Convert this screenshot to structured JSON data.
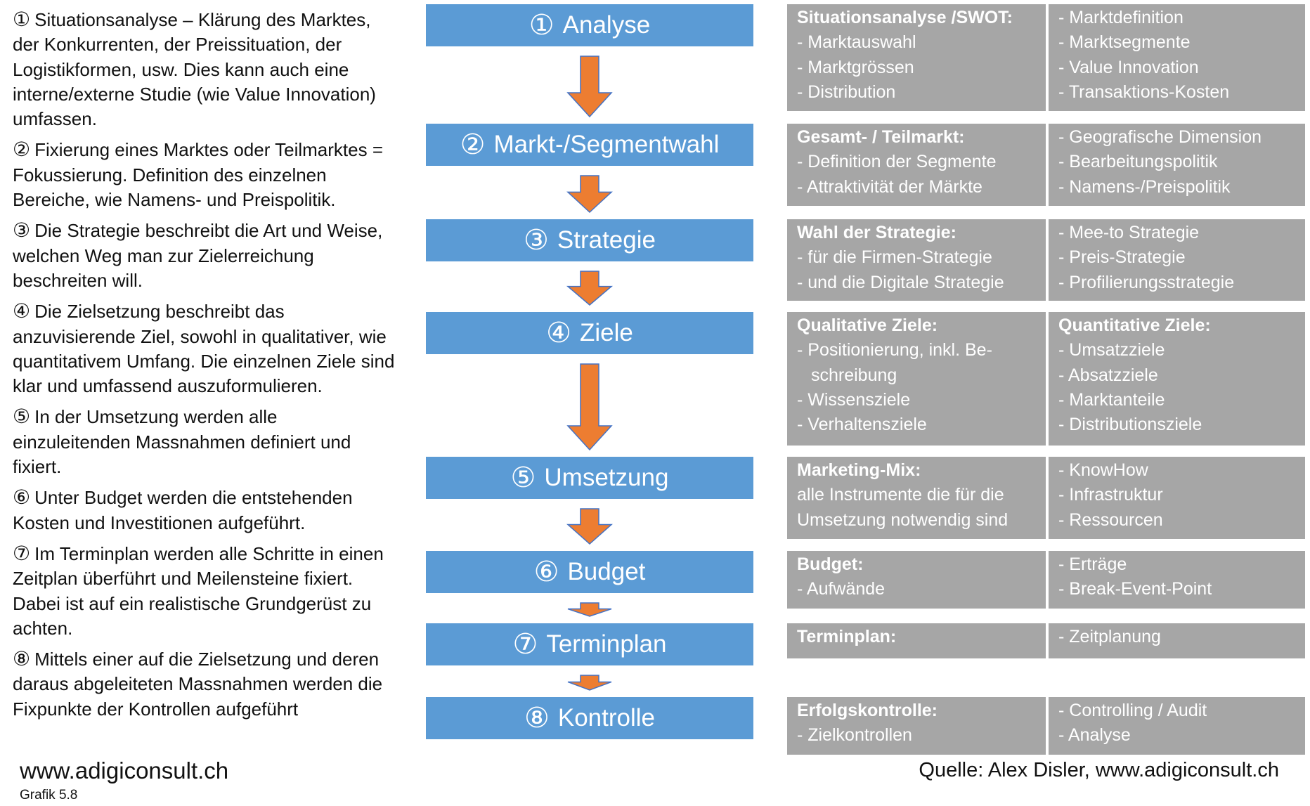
{
  "descriptions": [
    {
      "num": "①",
      "lines": [
        "Situationsanalyse – Klärung des Marktes,",
        "der Konkurrenten, der Preissituation, der",
        "Logistikformen, usw. Dies kann auch eine",
        "interne/externe Studie (wie Value Innovation)",
        "umfassen."
      ]
    },
    {
      "num": "②",
      "lines": [
        "Fixierung eines Marktes oder Teilmarktes =",
        "Fokussierung. Definition des einzelnen",
        "Bereiche, wie Namens- und Preispolitik."
      ]
    },
    {
      "num": "③",
      "lines": [
        "Die Strategie beschreibt die Art und Weise,",
        "welchen Weg man zur Zielerreichung",
        "beschreiten will."
      ]
    },
    {
      "num": "④",
      "lines": [
        "Die Zielsetzung beschreibt das",
        "anzuvisierende Ziel, sowohl in qualitativer, wie",
        "quantitativem Umfang. Die einzelnen Ziele sind",
        "klar und umfassend auszuformulieren."
      ]
    },
    {
      "num": "⑤",
      "lines": [
        "In der Umsetzung werden alle",
        "einzuleitenden Massnahmen definiert und",
        "fixiert."
      ]
    },
    {
      "num": "⑥",
      "lines": [
        "Unter Budget werden die entstehenden",
        "Kosten und Investitionen aufgeführt."
      ]
    },
    {
      "num": "⑦",
      "lines": [
        "Im Terminplan werden alle Schritte in einen",
        "Zeitplan überführt und Meilensteine fixiert.",
        "Dabei ist auf ein realistische Grundgerüst zu",
        "achten."
      ]
    },
    {
      "num": "⑧",
      "lines": [
        "Mittels einer auf die Zielsetzung und deren",
        "daraus abgeleiteten Massnahmen werden die",
        "Fixpunkte der Kontrollen aufgeführt"
      ]
    }
  ],
  "steps": [
    {
      "num": "①",
      "label": "Analyse"
    },
    {
      "num": "②",
      "label": "Markt-/Segmentwahl"
    },
    {
      "num": "③",
      "label": "Strategie"
    },
    {
      "num": "④",
      "label": "Ziele"
    },
    {
      "num": "⑤",
      "label": "Umsetzung"
    },
    {
      "num": "⑥",
      "label": "Budget"
    },
    {
      "num": "⑦",
      "label": "Terminplan"
    },
    {
      "num": "⑧",
      "label": "Kontrolle"
    }
  ],
  "table": [
    {
      "left": {
        "header": "Situationsanalyse /SWOT:",
        "lines": [
          "- Marktauswahl",
          "- Marktgrössen",
          "- Distribution"
        ]
      },
      "right": {
        "header": "",
        "lines": [
          "- Marktdefinition",
          "- Marktsegmente",
          "- Value Innovation",
          "- Transaktions-Kosten"
        ]
      }
    },
    {
      "left": {
        "header": "Gesamt- / Teilmarkt:",
        "lines": [
          "- Definition der Segmente",
          "- Attraktivität der Märkte"
        ]
      },
      "right": {
        "header": "",
        "lines": [
          "- Geografische Dimension",
          "- Bearbeitungspolitik",
          "- Namens-/Preispolitik"
        ]
      }
    },
    {
      "left": {
        "header": "Wahl der Strategie:",
        "lines": [
          "- für die Firmen-Strategie",
          "- und die Digitale Strategie"
        ]
      },
      "right": {
        "header": "",
        "lines": [
          "- Mee-to Strategie",
          "- Preis-Strategie",
          "- Profilierungsstrategie"
        ]
      }
    },
    {
      "left": {
        "header": "Qualitative Ziele:",
        "lines": [
          "- Positionierung, inkl. Be-",
          "schreibung",
          "- Wissensziele",
          "- Verhaltensziele"
        ]
      },
      "right": {
        "header": "Quantitative Ziele:",
        "lines": [
          "- Umsatzziele",
          "- Absatzziele",
          "- Marktanteile",
          "- Distributionsziele"
        ]
      }
    },
    {
      "left": {
        "header": "Marketing-Mix:",
        "lines": [
          "alle Instrumente die für die",
          "Umsetzung notwendig sind"
        ]
      },
      "right": {
        "header": "",
        "lines": [
          "- KnowHow",
          "- Infrastruktur",
          "- Ressourcen"
        ]
      }
    },
    {
      "left": {
        "header": "Budget:",
        "lines": [
          "- Aufwände"
        ]
      },
      "right": {
        "header": "",
        "lines": [
          "- Erträge",
          "- Break-Event-Point"
        ]
      }
    },
    {
      "left": {
        "header": "Terminplan:",
        "lines": []
      },
      "right": {
        "header": "",
        "lines": [
          "- Zeitplanung"
        ]
      }
    },
    {
      "left": {
        "header": "Erfolgskontrolle:",
        "lines": [
          "- Zielkontrollen"
        ]
      },
      "right": {
        "header": "",
        "lines": [
          "- Controlling / Audit",
          "- Analyse"
        ]
      }
    }
  ],
  "footer": {
    "website": "www.adigiconsult.ch",
    "caption": "Grafik 5.8",
    "source": "Quelle: Alex Disler, www.adigiconsult.ch"
  },
  "colors": {
    "step_blue": "#5b9bd5",
    "arrow_orange": "#ed7d31",
    "table_grey": "#a6a6a6"
  }
}
